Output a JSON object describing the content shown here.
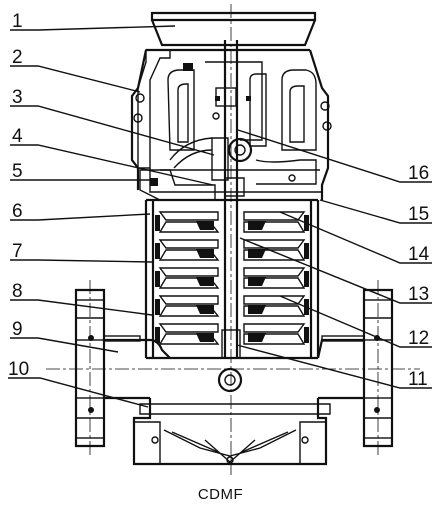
{
  "caption": "CDMF",
  "part_labels": [
    {
      "id": "1",
      "text": "1",
      "side": "left"
    },
    {
      "id": "2",
      "text": "2",
      "side": "left"
    },
    {
      "id": "3",
      "text": "3",
      "side": "left"
    },
    {
      "id": "4",
      "text": "4",
      "side": "left"
    },
    {
      "id": "5",
      "text": "5",
      "side": "left"
    },
    {
      "id": "6",
      "text": "6",
      "side": "left"
    },
    {
      "id": "7",
      "text": "7",
      "side": "left"
    },
    {
      "id": "8",
      "text": "8",
      "side": "left"
    },
    {
      "id": "9",
      "text": "9",
      "side": "left"
    },
    {
      "id": "10",
      "text": "10",
      "side": "left"
    },
    {
      "id": "11",
      "text": "11",
      "side": "right"
    },
    {
      "id": "12",
      "text": "12",
      "side": "right"
    },
    {
      "id": "13",
      "text": "13",
      "side": "right"
    },
    {
      "id": "14",
      "text": "14",
      "side": "right"
    },
    {
      "id": "15",
      "text": "15",
      "side": "right"
    },
    {
      "id": "16",
      "text": "16",
      "side": "right"
    }
  ]
}
